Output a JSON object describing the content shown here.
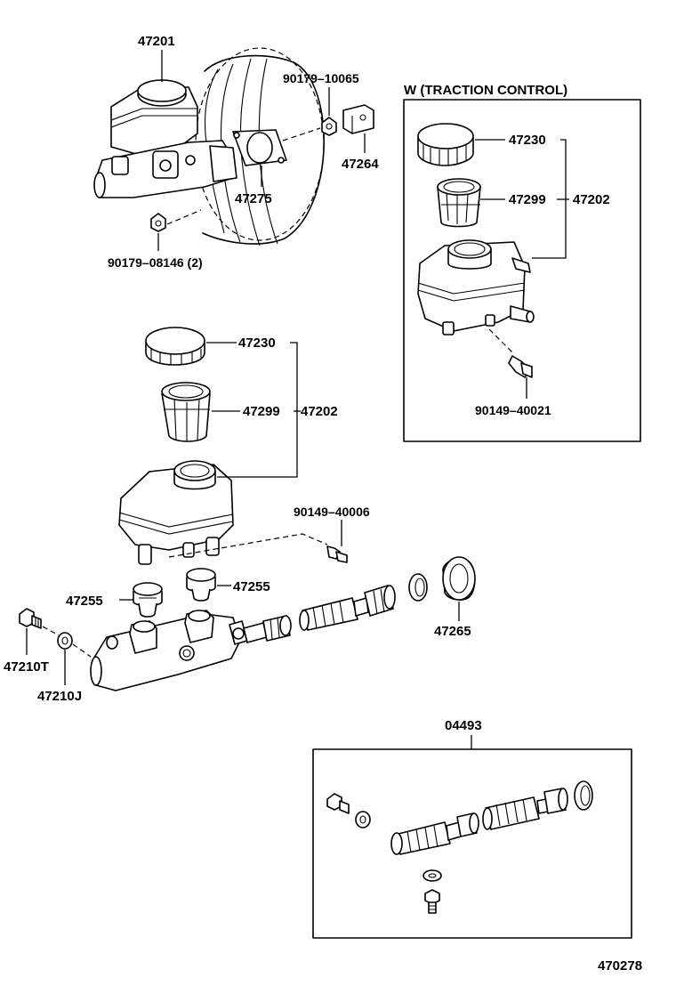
{
  "diagram_id": "470278",
  "inset": {
    "title": "W (TRACTION  CONTROL)",
    "labels": {
      "cap": "47230",
      "strainer": "47299",
      "reservoir": "47202",
      "screw": "90149–40021"
    }
  },
  "labels": {
    "master_cylinder_assy": "47201",
    "nut_upper": "90179–10065",
    "bracket": "47264",
    "gasket": "47275",
    "nut_lower": "90179–08146 (2)",
    "cap": "47230",
    "strainer": "47299",
    "reservoir": "47202",
    "screw": "90149–40006",
    "grommet_left": "47255",
    "grommet_right": "47255",
    "boot": "47265",
    "plug": "47210T",
    "plug_gasket": "47210J"
  },
  "kit": {
    "label": "04493"
  }
}
